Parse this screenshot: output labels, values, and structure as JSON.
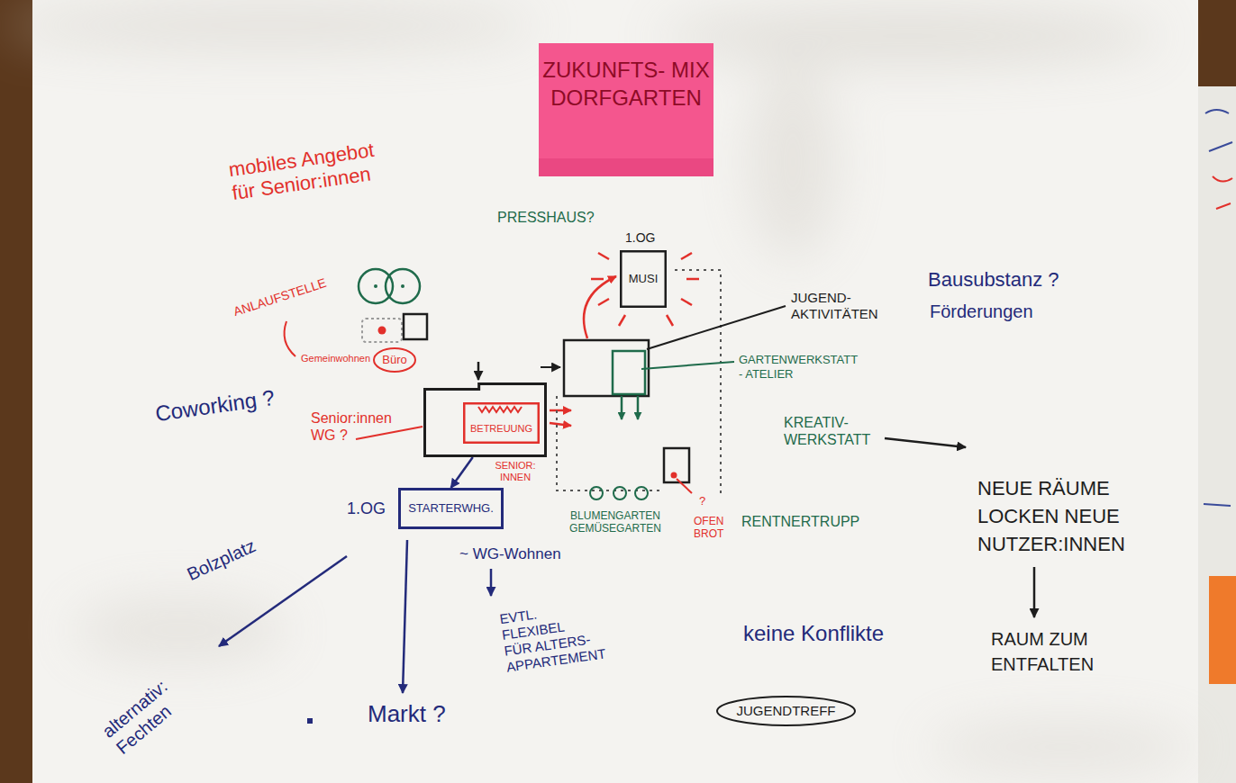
{
  "diagram": {
    "title": "ZUKUNFTS- MIX DORFGARTEN",
    "nodes": [
      {
        "text": [
          "MUSI"
        ]
      },
      {
        "text": [
          "Büro"
        ]
      },
      {
        "text": [
          "SENIOR: INNEN"
        ]
      },
      {
        "text": [
          "BETREUUNG"
        ],
        "in": 2
      },
      {
        "text": [
          "STARTERWHG."
        ]
      },
      {
        "text": [
          "JUGENDTREFF"
        ]
      }
    ],
    "edges": [
      {
        "from": 2,
        "to": 4,
        "arrow": "to"
      }
    ],
    "labels": [
      "mobiles Angebot für Senior:innen",
      "PRESSHAUS?",
      "1.OG",
      "JUGEND- AKTIVITÄTEN",
      "Bausubstanz ?",
      "Förderungen",
      "ANLAUFSTELLE",
      "Gemeinwohnen",
      "Coworking ?",
      "Senior:innen WG ?",
      "GARTENWERKSTATT - ATELIER",
      "KREATIV- WERKSTATT",
      "1.OG",
      "BLUMENGARTEN GEMÜSEGARTEN",
      "?",
      "OFEN BROT",
      "RENTNERTRUPP",
      "NEUE RÄUME LOCKEN NEUE NUTZER:INNEN",
      "~ WG-Wohnen",
      "Bolzplatz",
      "EVTL. FLEXIBEL FÜR ALTERS- APPARTEMENT",
      "keine Konflikte",
      "RAUM ZUM ENTFALTEN",
      "alternativ: Fechten",
      "Markt ?"
    ]
  }
}
